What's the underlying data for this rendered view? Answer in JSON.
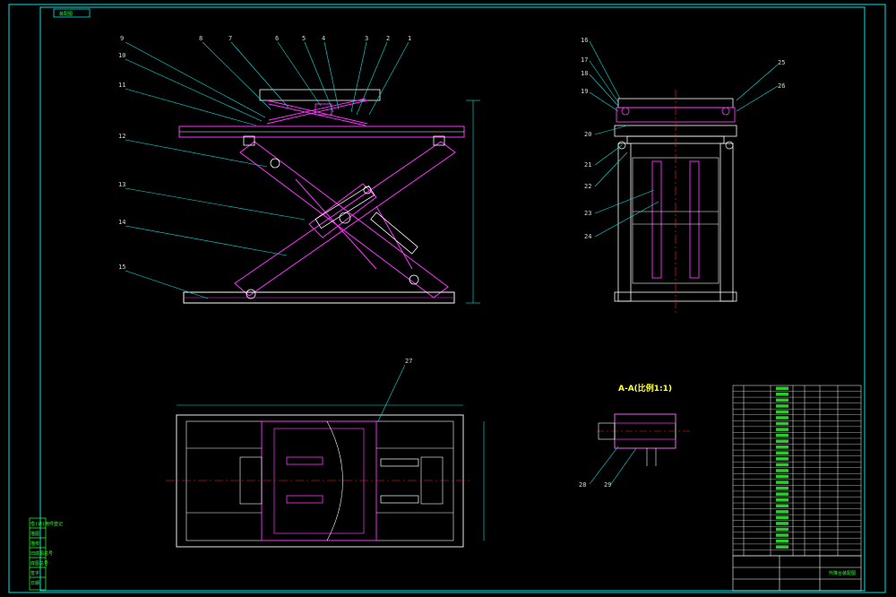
{
  "drawing": {
    "border_tag": "装配图",
    "section_title": "A-A(比例1:1)",
    "title_block_name": "升降台装配图"
  },
  "front_view_balloons": [
    "1",
    "2",
    "3",
    "4",
    "5",
    "6",
    "7",
    "8",
    "9",
    "10",
    "11",
    "12",
    "13",
    "14",
    "15"
  ],
  "side_view_balloons": [
    "16",
    "17",
    "18",
    "19",
    "20",
    "21",
    "22",
    "23",
    "24",
    "25",
    "26"
  ],
  "plan_view_balloons": [
    "27"
  ],
  "section_balloons": [
    "28",
    "29"
  ],
  "left_strip_labels": [
    "借(通)用件登记",
    "描图",
    "描校",
    "旧底图总号",
    "底图总号",
    "签字",
    "日期"
  ],
  "parts_list_rows": 29,
  "colors": {
    "background": "#000000",
    "frame": "#00e5e5",
    "linework": "#ffffff",
    "parts": "#ff33ff",
    "leaders": "#00e5e5",
    "centerline": "#ff2020",
    "accent": "#ffff33",
    "stamp": "#33ff33"
  }
}
